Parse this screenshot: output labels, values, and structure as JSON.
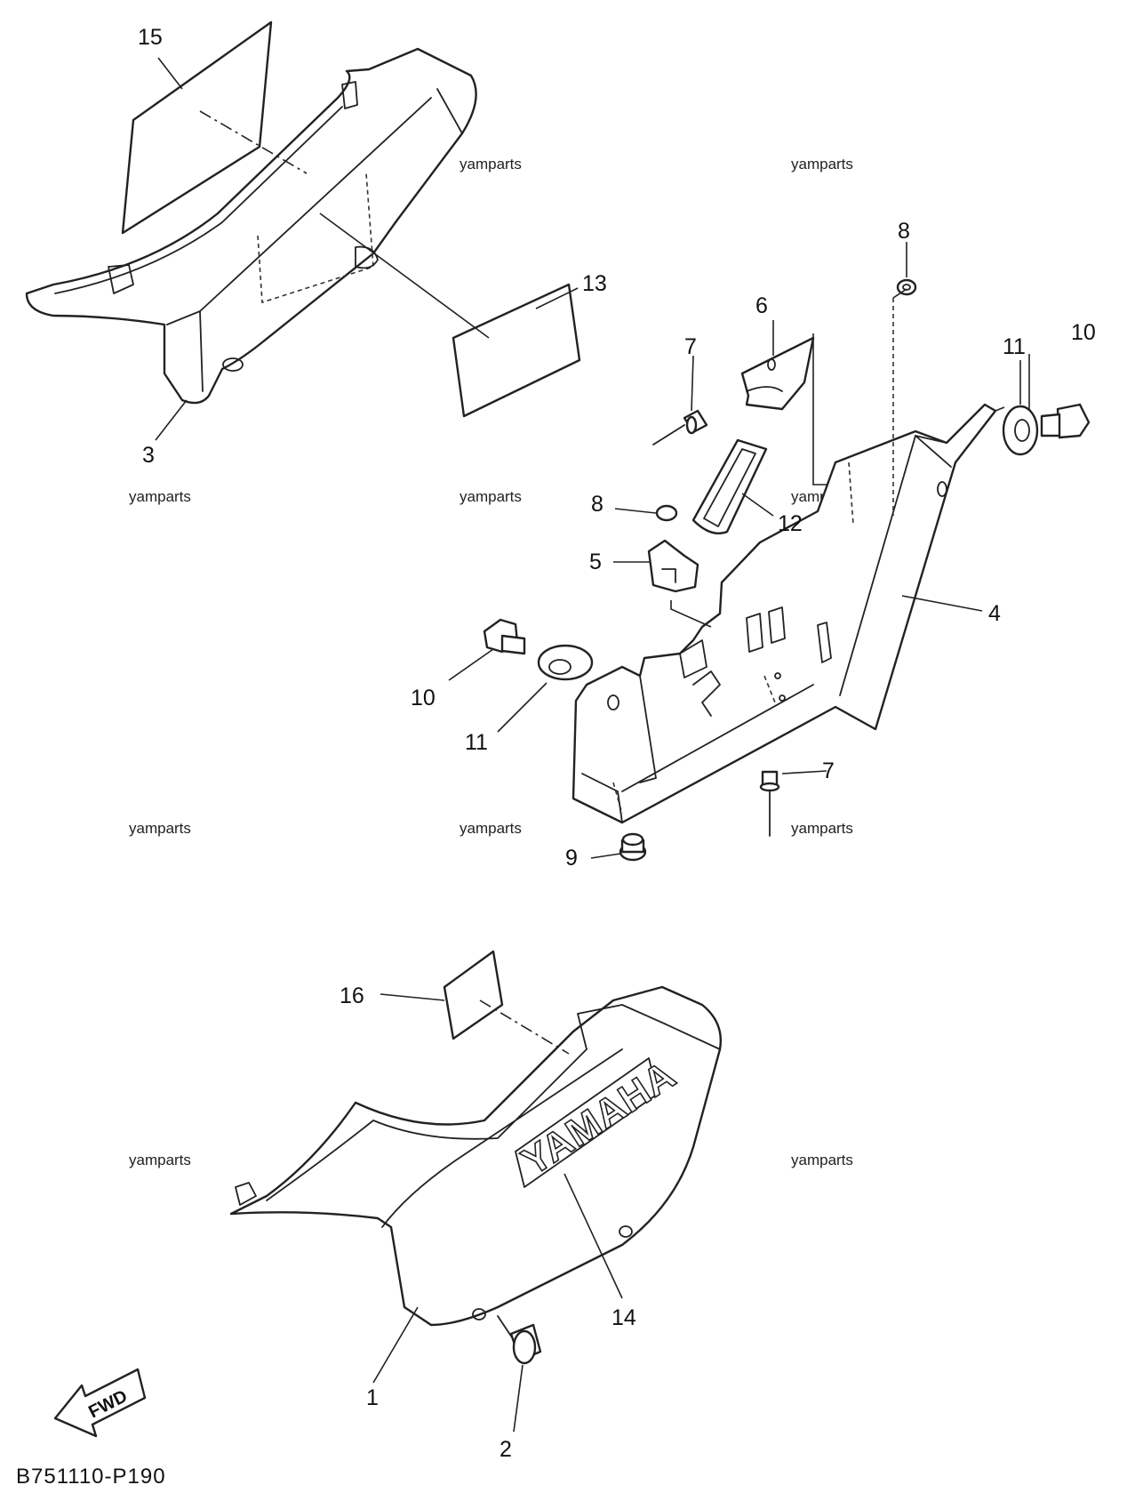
{
  "diagram": {
    "drawing_code": "B751110-P190",
    "watermark": "yamparts",
    "brand_logo": "YAMAHA",
    "direction_label": "FWD",
    "callouts": {
      "c1": "1",
      "c2": "2",
      "c3": "3",
      "c4": "4",
      "c5": "5",
      "c6": "6",
      "c7a": "7",
      "c7b": "7",
      "c8a": "8",
      "c8b": "8",
      "c9": "9",
      "c10a": "10",
      "c10b": "10",
      "c11a": "11",
      "c11b": "11",
      "c12": "12",
      "c13": "13",
      "c14": "14",
      "c15": "15",
      "c16": "16"
    }
  }
}
